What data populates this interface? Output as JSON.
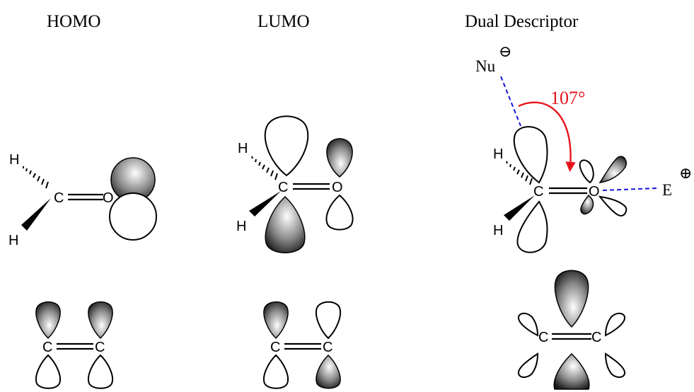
{
  "columns": {
    "homo": "HOMO",
    "lumo": "LUMO",
    "dual": "Dual Descriptor"
  },
  "atoms": {
    "carbon": "C",
    "oxygen": "O",
    "hydrogen": "H",
    "nucleophile": "Nu",
    "electrophile": "E"
  },
  "charges": {
    "negative": "⊖",
    "positive": "⊕"
  },
  "attack_angle": "107°",
  "colors": {
    "angle_arrow": "#e8141b",
    "interaction_dash": "#1515d6",
    "shaded_lobe_dark": "#000000",
    "shaded_lobe_light": "#ffffff"
  }
}
